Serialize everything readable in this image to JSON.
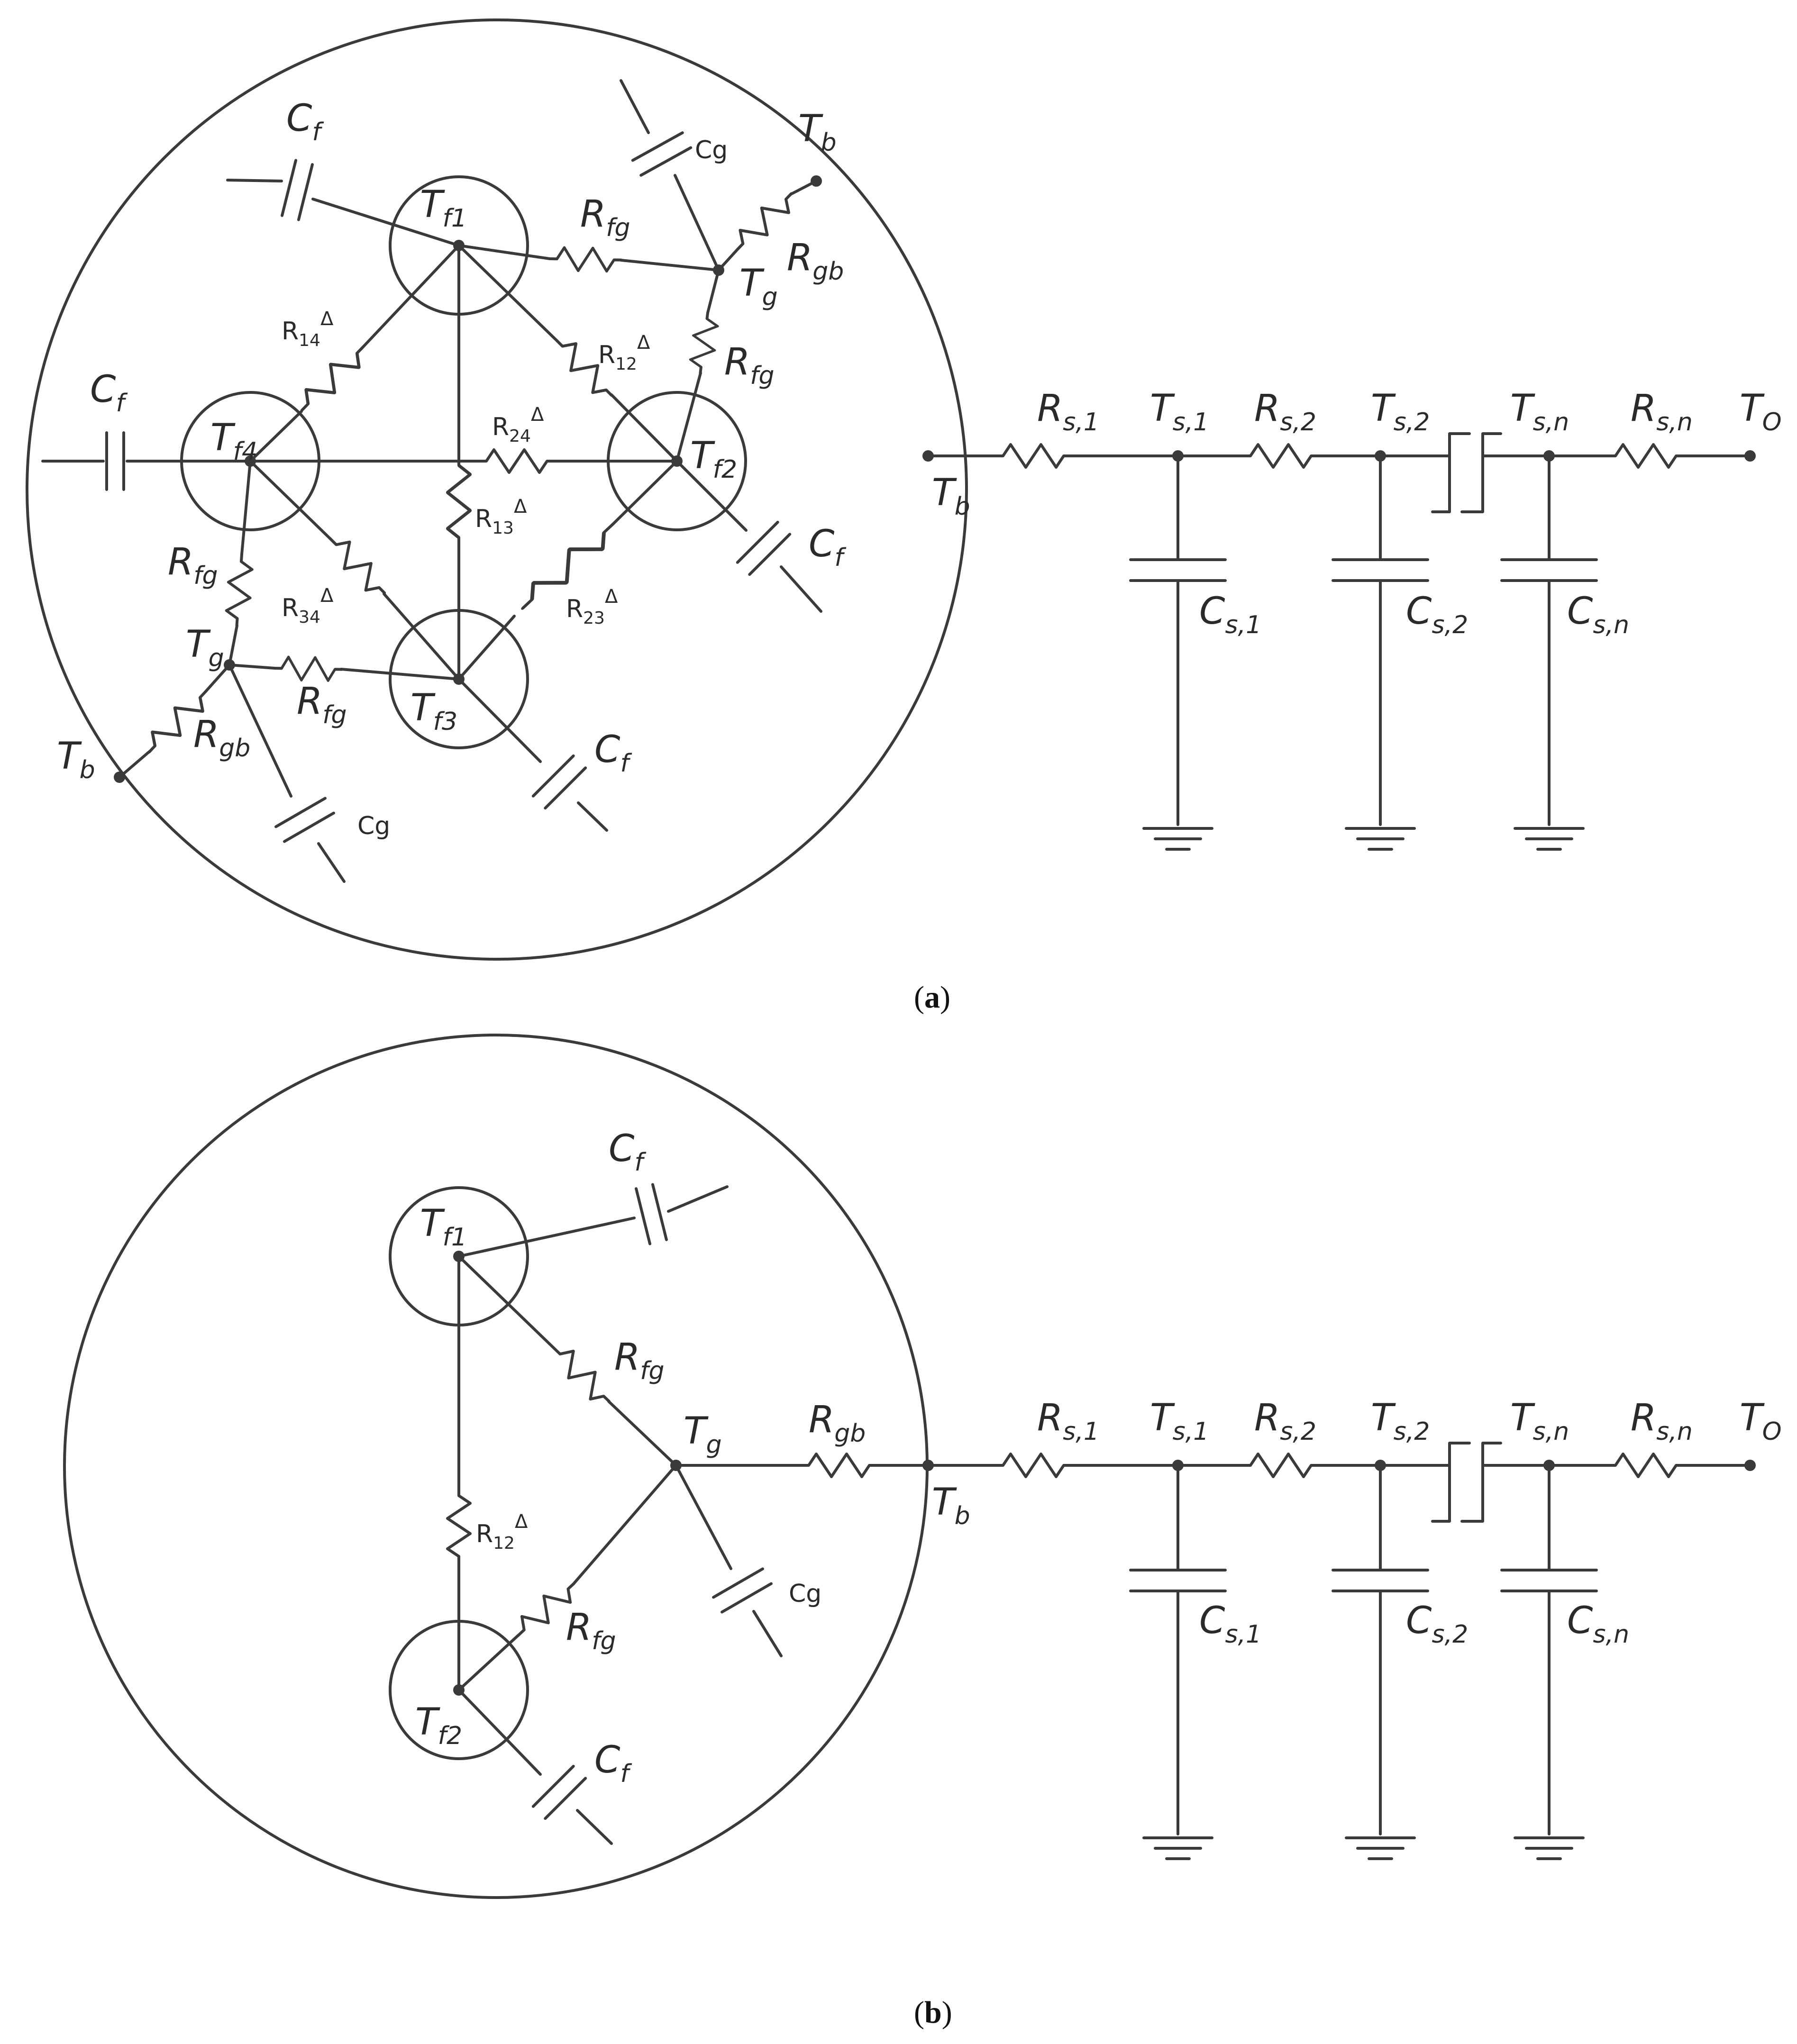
{
  "captions": {
    "a_open": "(",
    "a_letter": "a",
    "a_close": ")",
    "b_open": "(",
    "b_letter": "b",
    "b_close": ")"
  },
  "labels": {
    "T": "T",
    "R": "R",
    "C": "C",
    "f1": "f1",
    "f2": "f2",
    "f3": "f3",
    "f4": "f4",
    "b": "b",
    "g": "g",
    "O": "O",
    "fg": "fg",
    "gb": "gb",
    "f": "f",
    "Cg": "Cg",
    "s1": "s,1",
    "s2": "s,2",
    "sn": "s,n",
    "delta": "Δ",
    "R12": "R",
    "i12": "12",
    "R13": "R",
    "i13": "13",
    "R14": "R",
    "i14": "14",
    "R23": "R",
    "i23": "23",
    "R24": "R",
    "i24": "24",
    "R34": "R",
    "i34": "34"
  }
}
